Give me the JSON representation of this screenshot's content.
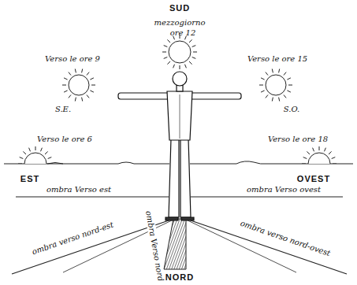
{
  "diagram": {
    "labels": [
      "SUD",
      "mezzogiorno",
      "ore 12",
      "Verso le ore 9",
      "S.E.",
      "Verso le ore 15",
      "S.O.",
      "Verso le ore 6",
      "EST",
      "Verso le ore 18",
      "OVEST",
      "ombra Verso est",
      "ombra Verso ovest",
      "ombra verso nord-est",
      "ombra Verso nord",
      "ombra verso nord-ovest",
      "NORD"
    ]
  }
}
